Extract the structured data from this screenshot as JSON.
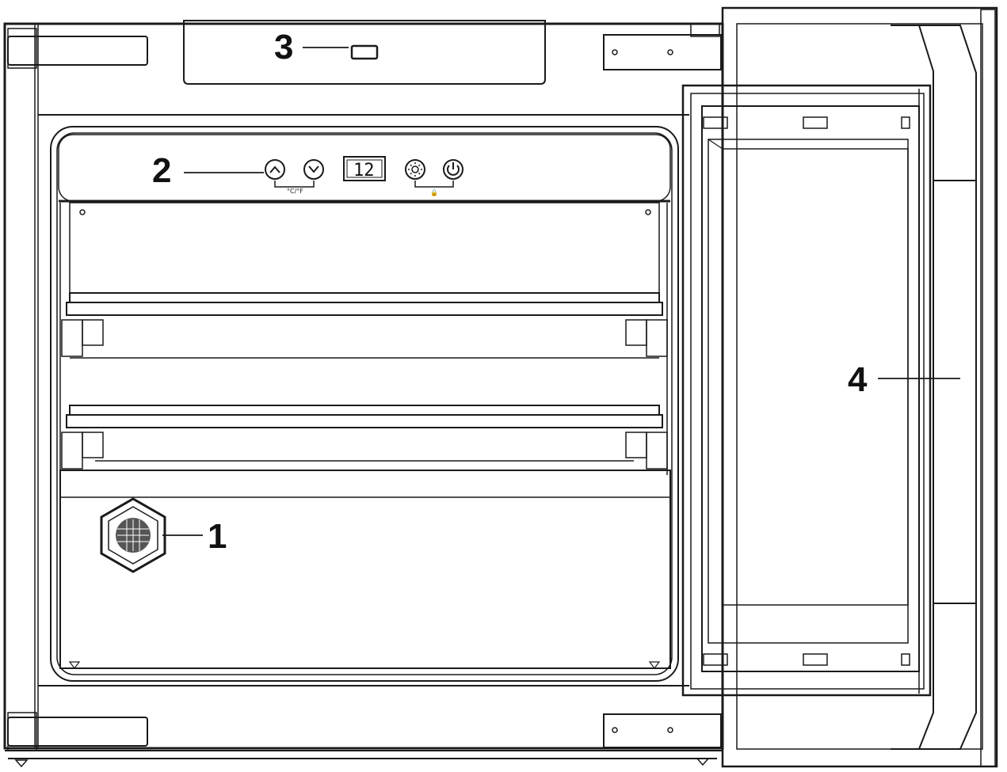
{
  "diagram": {
    "subject": "wine-cooler-front-view-door-open",
    "callouts": [
      {
        "id": "1",
        "label": "1",
        "points_to": "fan-grille"
      },
      {
        "id": "2",
        "label": "2",
        "points_to": "control-panel"
      },
      {
        "id": "3",
        "label": "3",
        "points_to": "door-switch"
      },
      {
        "id": "4",
        "label": "4",
        "points_to": "door"
      }
    ],
    "control_panel": {
      "display_value": "12",
      "temp_buttons_hint": "°C/°F",
      "light_button_hint": "🔒"
    }
  },
  "colors": {
    "line": "#1a1a1a",
    "fill": "#ffffff",
    "accent_gray": "#8a8a8a"
  }
}
